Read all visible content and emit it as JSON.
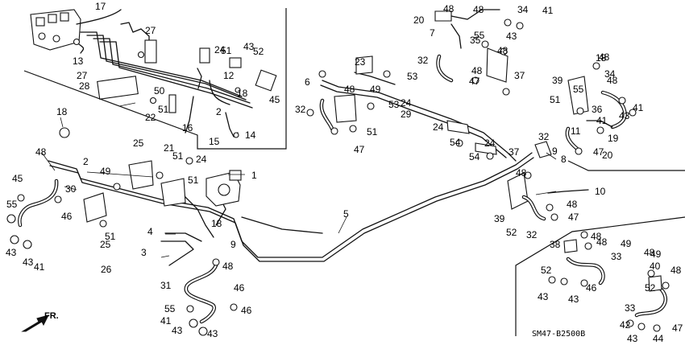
{
  "diagram": {
    "ref_code": "SM47-B2500B",
    "direction": "FR.",
    "callouts": [
      "1",
      "2",
      "2",
      "3",
      "4",
      "5",
      "6",
      "7",
      "8",
      "9",
      "9",
      "10",
      "11",
      "12",
      "13",
      "14",
      "15",
      "16",
      "17",
      "18",
      "18",
      "18",
      "18",
      "19",
      "20",
      "20",
      "21",
      "22",
      "23",
      "24",
      "24",
      "24",
      "24",
      "24",
      "25",
      "25",
      "26",
      "27",
      "27",
      "28",
      "29",
      "30",
      "31",
      "32",
      "32",
      "32",
      "32",
      "33",
      "33",
      "34",
      "34",
      "35",
      "36",
      "37",
      "37",
      "38",
      "39",
      "39",
      "40",
      "41",
      "41",
      "41",
      "41",
      "41",
      "42",
      "43",
      "43",
      "43",
      "43",
      "43",
      "43",
      "43",
      "43",
      "43",
      "43",
      "44",
      "45",
      "45",
      "46",
      "46",
      "46",
      "46",
      "47",
      "47",
      "47",
      "47",
      "47",
      "48",
      "48",
      "48",
      "48",
      "48",
      "48",
      "48",
      "48",
      "48",
      "48",
      "48",
      "48",
      "48",
      "48",
      "48",
      "49",
      "49",
      "49",
      "49",
      "50",
      "51",
      "51",
      "51",
      "51",
      "51",
      "51",
      "51",
      "52",
      "52",
      "52",
      "52",
      "53",
      "53",
      "54",
      "54",
      "55",
      "55",
      "55",
      "55"
    ]
  }
}
